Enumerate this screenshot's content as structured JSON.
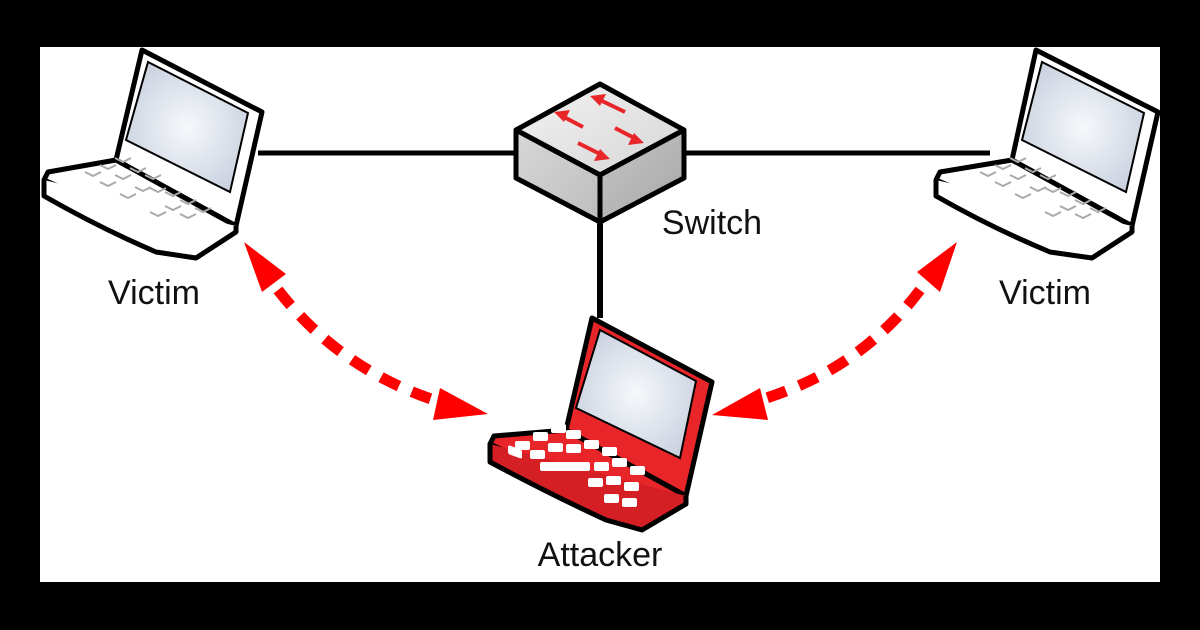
{
  "diagram": {
    "title": "Man-in-the-middle attack topology",
    "nodes": [
      {
        "id": "victim-left",
        "label": "Victim",
        "type": "laptop",
        "role": "victim"
      },
      {
        "id": "switch",
        "label": "Switch",
        "type": "switch",
        "role": "network"
      },
      {
        "id": "victim-right",
        "label": "Victim",
        "type": "laptop",
        "role": "victim"
      },
      {
        "id": "attacker",
        "label": "Attacker",
        "type": "laptop",
        "role": "attacker"
      }
    ],
    "links": [
      {
        "from": "victim-left",
        "to": "switch",
        "style": "solid"
      },
      {
        "from": "switch",
        "to": "victim-right",
        "style": "solid"
      },
      {
        "from": "switch",
        "to": "attacker",
        "style": "solid"
      },
      {
        "from": "victim-left",
        "to": "attacker",
        "style": "dashed-bidirectional"
      },
      {
        "from": "victim-right",
        "to": "attacker",
        "style": "dashed-bidirectional"
      }
    ],
    "colors": {
      "background": "#000000",
      "panel": "#ffffff",
      "attacker": "#e8262a",
      "arrow": "#ff0000",
      "line": "#000000",
      "screen": "#dfe4ee"
    }
  }
}
